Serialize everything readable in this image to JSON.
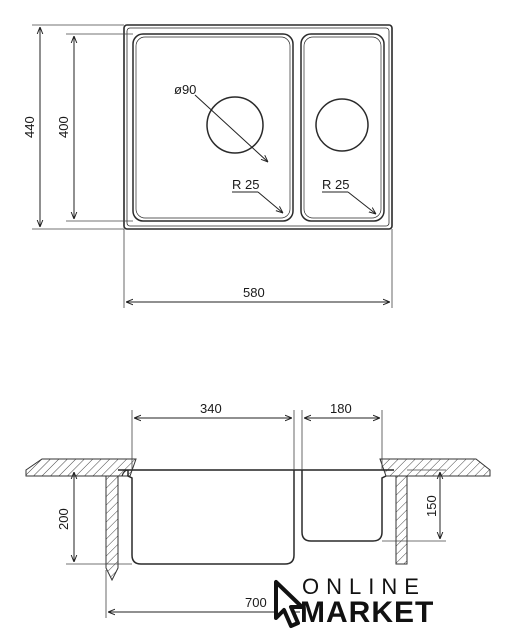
{
  "top_view": {
    "dim_outer_height": "440",
    "dim_inner_height": "400",
    "dim_width": "580",
    "drain_label": "ø90",
    "radius_left": "R 25",
    "radius_right": "R 25"
  },
  "section_view": {
    "dim_left_bowl": "340",
    "dim_right_bowl": "180",
    "dim_left_depth": "200",
    "dim_right_depth": "150",
    "dim_cabinet": "700"
  },
  "logo": {
    "line1": "ONLINE",
    "line2": "MARKET"
  }
}
